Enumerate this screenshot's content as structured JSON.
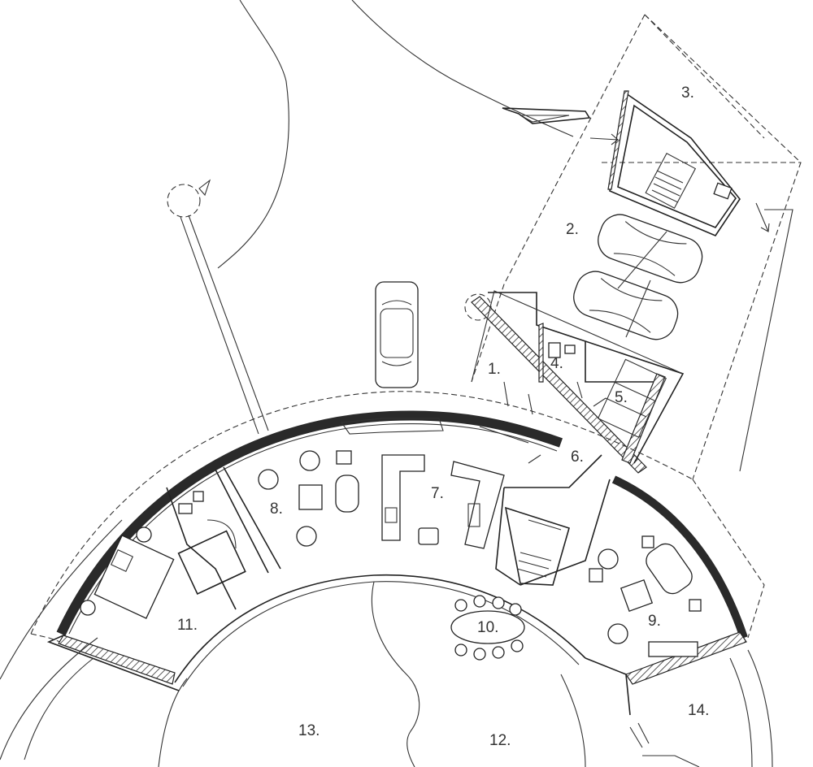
{
  "room_labels": {
    "r1": "1.",
    "r2": "2.",
    "r3": "3.",
    "r4": "4.",
    "r5": "5.",
    "r6": "6.",
    "r7": "7.",
    "r8": "8.",
    "r9": "9.",
    "r10": "10.",
    "r11": "11.",
    "r12": "12.",
    "r13": "13.",
    "r14": "14."
  }
}
